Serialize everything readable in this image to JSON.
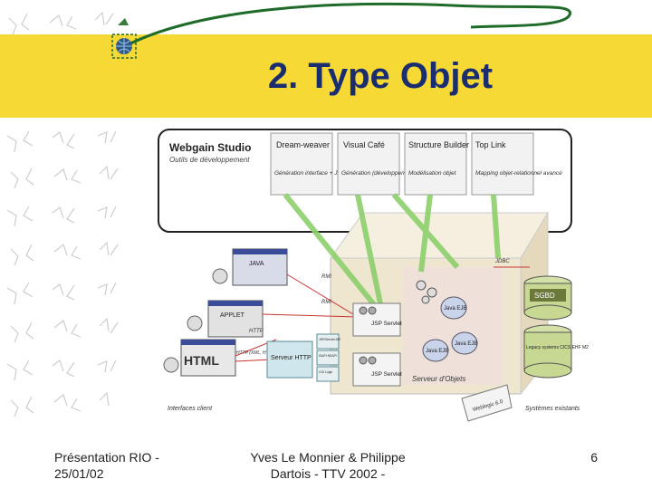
{
  "slide": {
    "title": "2. Type Objet",
    "footer_left": "Présentation RIO - 25/01/02",
    "footer_center": "Yves Le Monnier & Philippe Dartois - TTV 2002 -",
    "page_number": "6"
  },
  "colors": {
    "banner": "#f6d935",
    "title": "#1a2d6e",
    "arrow_green": "#8ccf6b",
    "server_box": "#efe6d0"
  },
  "diagram": {
    "studio_title": "Webgain Studio",
    "studio_subtitle": "Outils de développement",
    "tools": [
      {
        "name": "Dream-weaver",
        "desc": "Génération interface + JSP"
      },
      {
        "name": "Visual Café",
        "desc": "Génération (développement)"
      },
      {
        "name": "Structure Builder",
        "desc": "Modélisation objet"
      },
      {
        "name": "Top Link",
        "desc": "Mapping objet-relationnel avancé"
      }
    ],
    "clients": [
      "JAVA",
      "APPLET",
      "HTML"
    ],
    "client_section_label": "Interfaces client",
    "protocols": [
      "RMI",
      "RMI",
      "HTTP",
      "HTTP (XML, HTML)",
      "JDBC"
    ],
    "http_server_label": "Serveur HTTP",
    "gateway_labels": [
      "JSP/Servlet API",
      "ISAPI NSAPI",
      "CGI Logic"
    ],
    "jsp_labels": [
      "JSP Servlet",
      "JSP Servlet"
    ],
    "ejb_labels": [
      "Java EJB",
      "Java EJB",
      "Java EJB"
    ],
    "object_server_label": "Serveur d'Objets",
    "tag_label": "Weblogic 6.0",
    "db_labels": [
      "SGBD",
      "Legacy systems CICS EHF M2"
    ],
    "external_label": "Systèmes existants"
  }
}
